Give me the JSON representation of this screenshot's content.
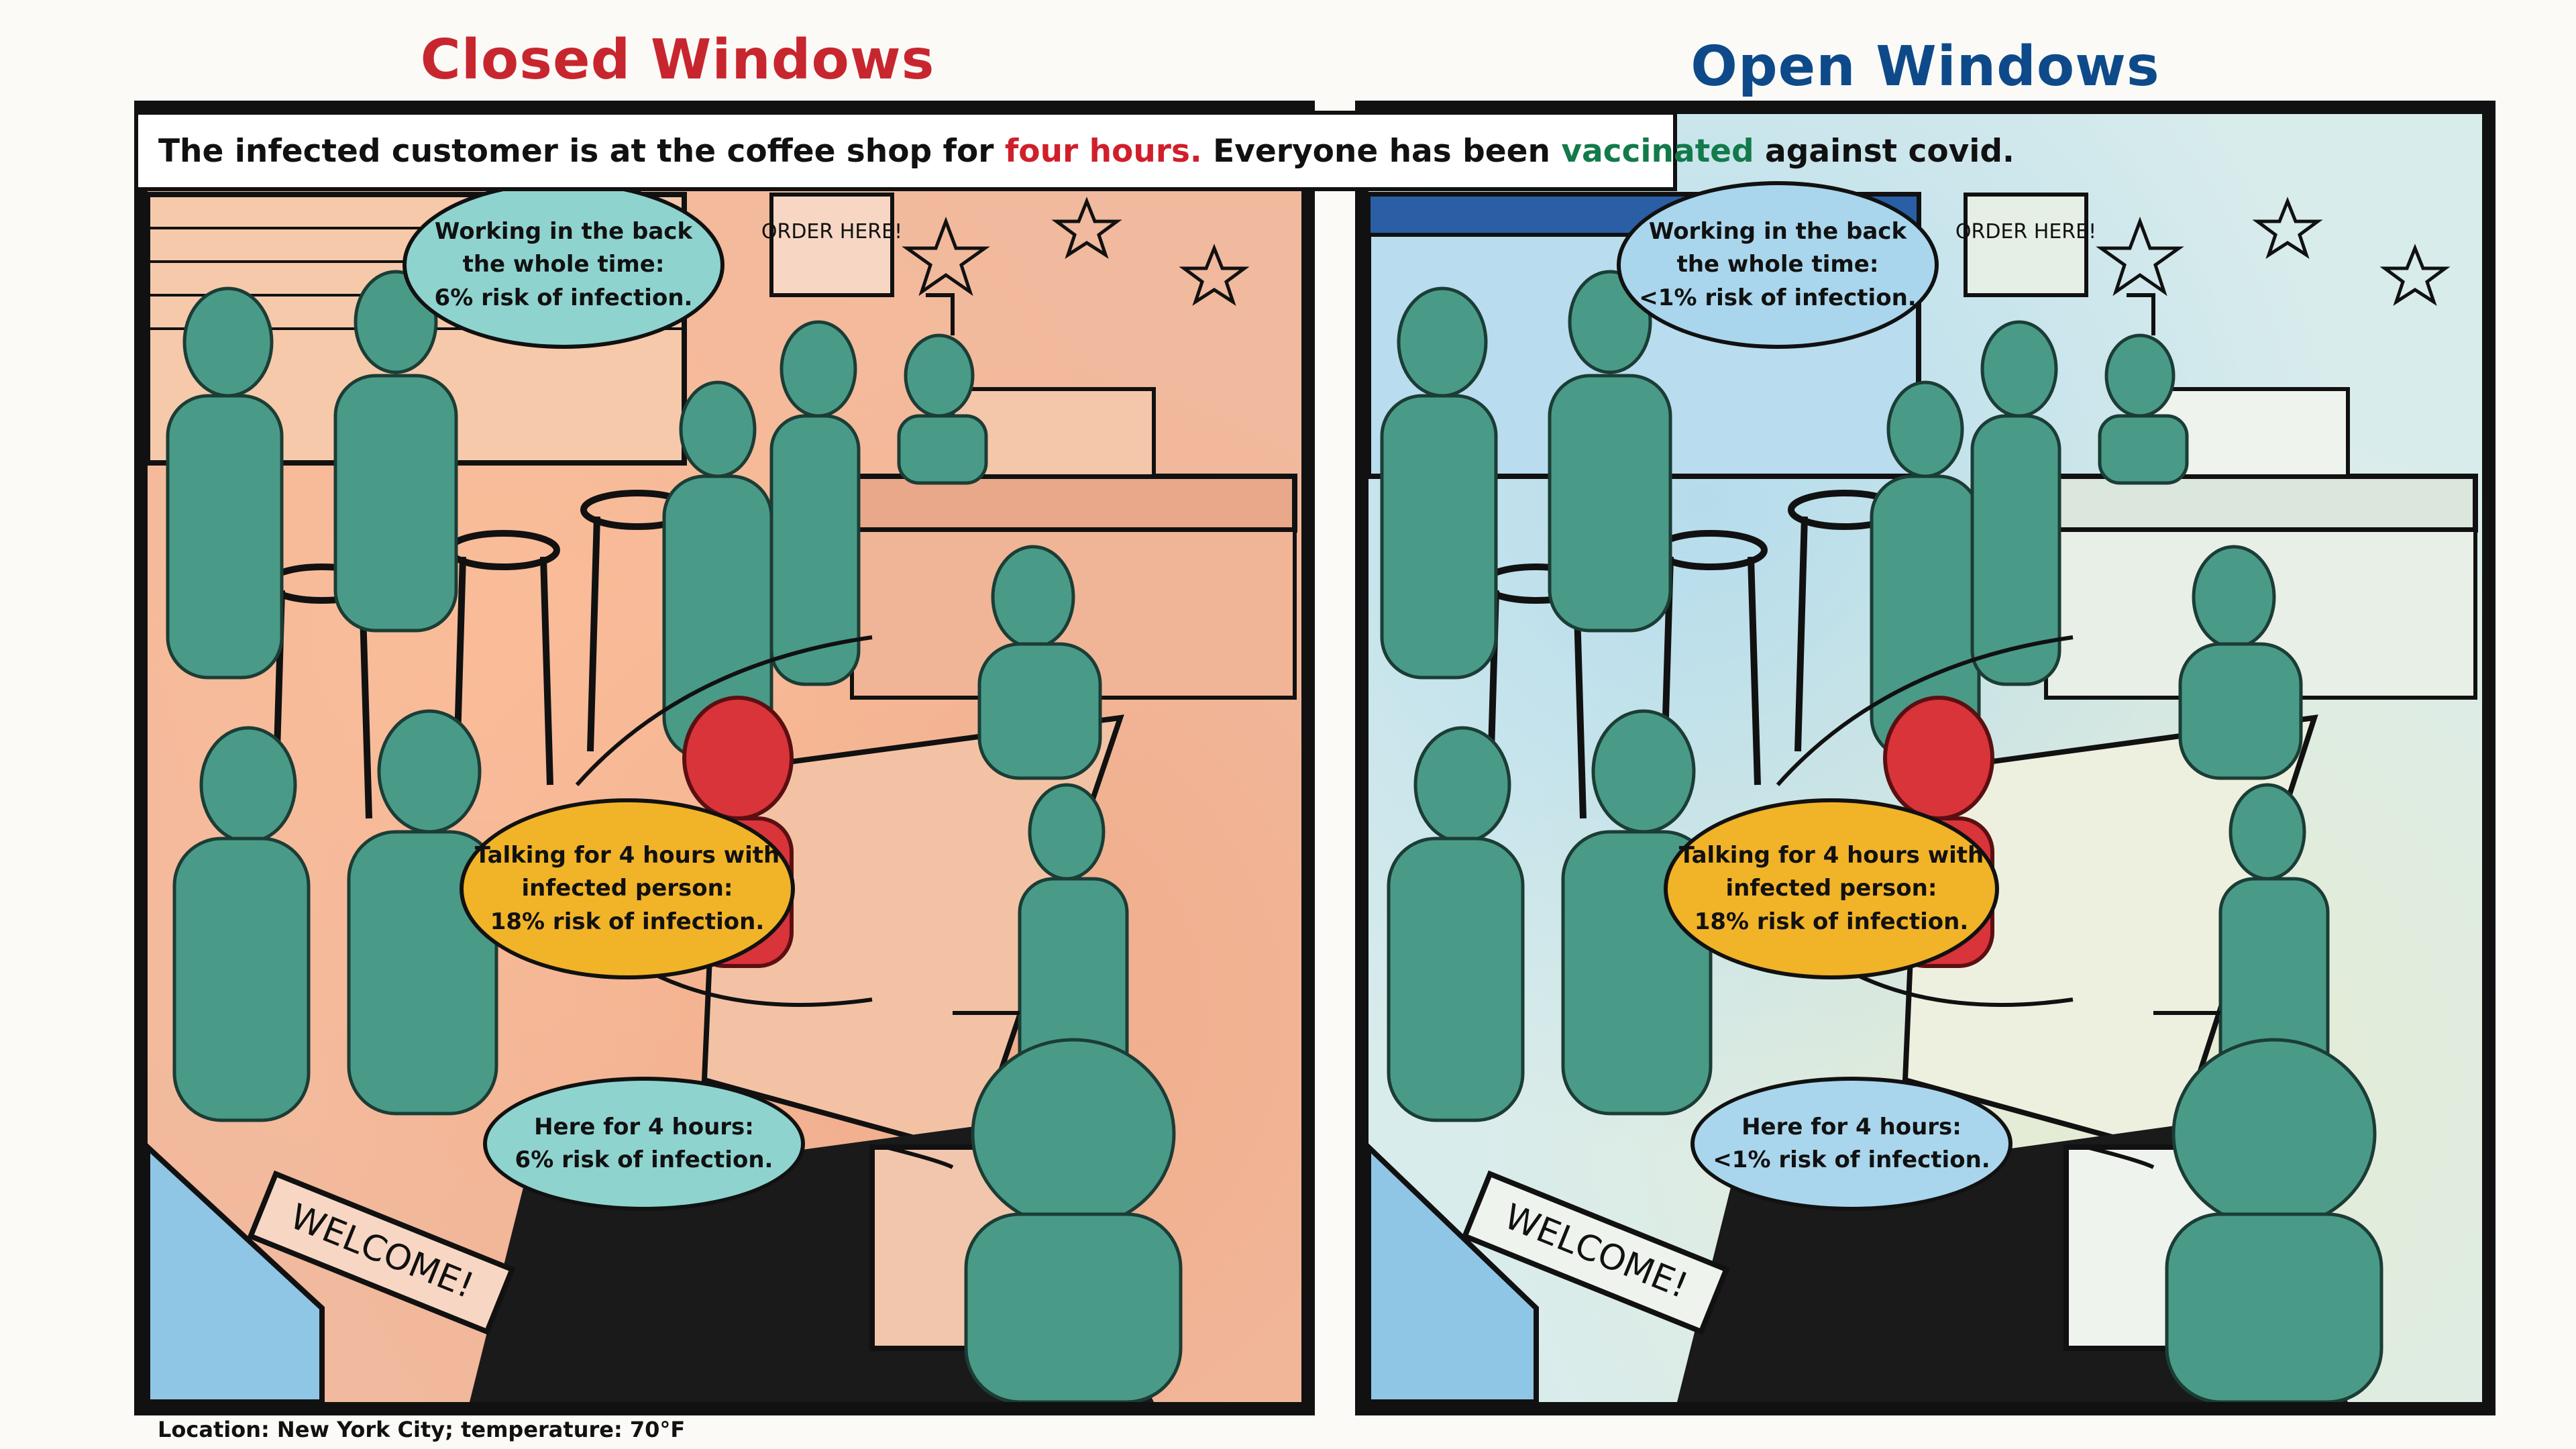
{
  "titles": {
    "closed": "Closed Windows",
    "open": "Open Windows"
  },
  "banner": {
    "part1": "The infected customer is at the coffee shop for ",
    "highlight_red": "four hours.",
    "part2": " Everyone has been ",
    "highlight_green": "vaccinated",
    "part3": " against covid."
  },
  "closed_panel": {
    "bubble_back": [
      "Working in the back",
      "the whole time:",
      "6% risk of infection."
    ],
    "bubble_talking": [
      "Talking for 4 hours with",
      "infected person:",
      "18% risk of infection."
    ],
    "bubble_here": [
      "Here for 4 hours:",
      "6% risk of infection."
    ],
    "sign_order": "ORDER HERE!",
    "sign_welcome": "WELCOME!"
  },
  "open_panel": {
    "bubble_back": [
      "Working in the back",
      "the whole time:",
      "<1% risk of infection."
    ],
    "bubble_talking": [
      "Talking for 4 hours with",
      "infected person:",
      "18% risk of infection."
    ],
    "bubble_here": [
      "Here for 4 hours:",
      "<1% risk of infection."
    ],
    "sign_order": "ORDER HERE!",
    "sign_welcome": "WELCOME!"
  },
  "footer": "Location: New York City; temperature: 70°F",
  "colors": {
    "closed_title": "#c8262e",
    "open_title": "#0e4a8a",
    "people_teal": "#4a9a88",
    "infected_red": "#d8343a",
    "bubble_gold": "#f1b328"
  }
}
